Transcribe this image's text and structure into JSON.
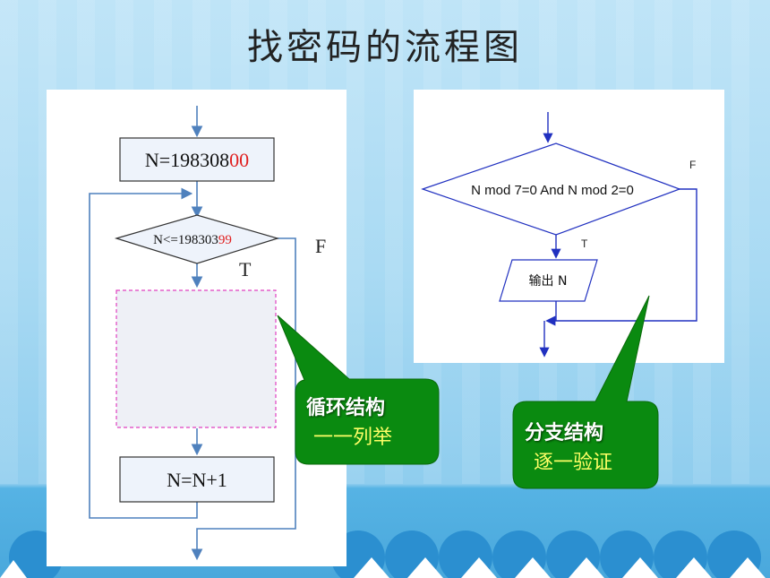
{
  "title": "找密码的流程图",
  "left_flowchart": {
    "init_box": {
      "prefix": "N=198308",
      "suffix": "00"
    },
    "condition": {
      "prefix": "N<=198303",
      "suffix": "99"
    },
    "true_label": "T",
    "false_label": "F",
    "increment_box": "N=N+1"
  },
  "right_flowchart": {
    "condition": "N mod 7=0 And N mod 2=0",
    "false_label": "F",
    "true_label": "T",
    "output": "输出 N"
  },
  "callout_loop": {
    "title": "循环结构",
    "subtitle": "一一列举"
  },
  "callout_branch": {
    "title": "分支结构",
    "subtitle": "逐一验证"
  },
  "colors": {
    "flow_line": "#4f81bd",
    "highlight_digits": "#e02020",
    "callout_green": "#0a8a10",
    "subtitle_yellow": "#ffff66",
    "dashed_box": "#e040c0"
  }
}
